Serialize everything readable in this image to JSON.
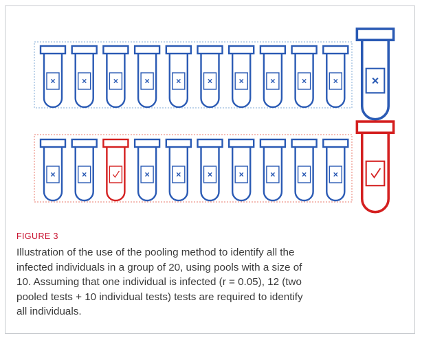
{
  "figure": {
    "label": "FIGURE 3",
    "caption_lines": [
      "Illustration of the use of the pooling method to identify all the",
      "infected individuals in a group of 20, using pools with a size of",
      "10. Assuming that one individual is infected (r = 0.05), 12 (two",
      "pooled tests + 10 individual tests) tests are required to identify",
      "all individuals."
    ]
  },
  "diagram": {
    "colors": {
      "negative": "#2a5ab4",
      "positive": "#d41f1f",
      "pool1_frame": "#7fa8d4",
      "pool2_frame": "#e87b6e"
    },
    "icons": {
      "negative_mark": "cross-icon",
      "positive_mark": "check-icon"
    },
    "pools": [
      {
        "individuals": [
          "negative",
          "negative",
          "negative",
          "negative",
          "negative",
          "negative",
          "negative",
          "negative",
          "negative",
          "negative"
        ],
        "pooled_result": "negative"
      },
      {
        "individuals": [
          "negative",
          "negative",
          "positive",
          "negative",
          "negative",
          "negative",
          "negative",
          "negative",
          "negative",
          "negative"
        ],
        "pooled_result": "positive"
      }
    ]
  }
}
